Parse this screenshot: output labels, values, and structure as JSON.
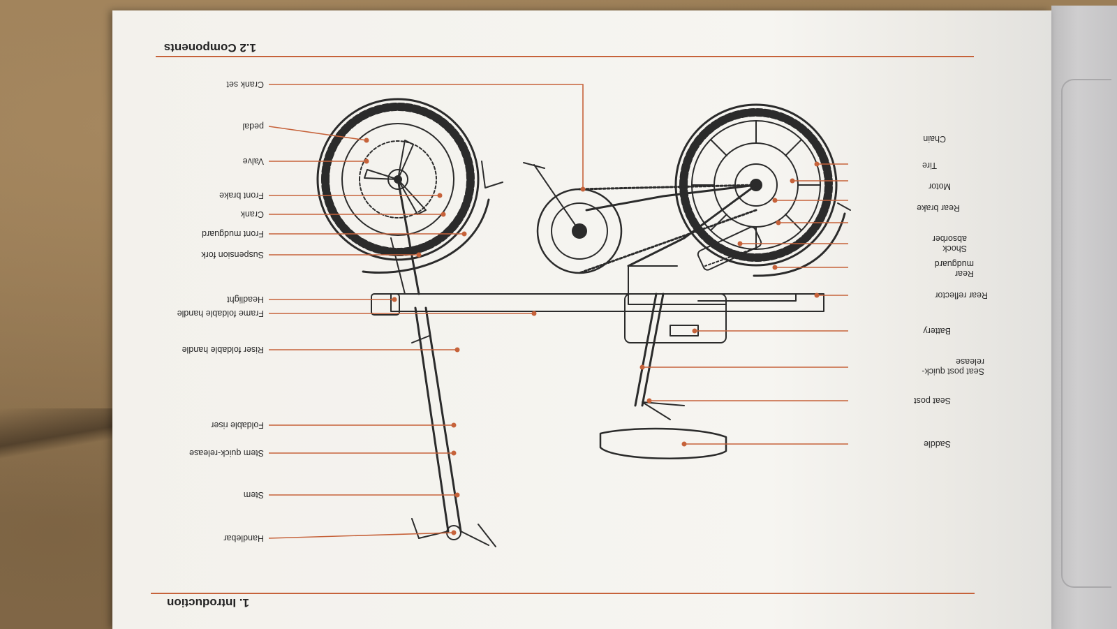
{
  "page": {
    "chapter_header": "1. Introduction",
    "section_title": "1.2 Components"
  },
  "labels_left": [
    {
      "id": "handlebar",
      "text": "Handlebar"
    },
    {
      "id": "stem",
      "text": "Stem"
    },
    {
      "id": "stem-quick-release",
      "text": "Stem quick-release"
    },
    {
      "id": "foldable-riser",
      "text": "Foldable riser"
    },
    {
      "id": "riser-foldable-handle",
      "text": "Riser foldable handle"
    },
    {
      "id": "frame-foldable-handle",
      "text": "Frame foldable handle"
    },
    {
      "id": "headlight",
      "text": "Headlight"
    },
    {
      "id": "suspension-fork",
      "text": "Suspension fork"
    },
    {
      "id": "front-mudguard",
      "text": "Front mudguard"
    },
    {
      "id": "crank",
      "text": "Crank"
    },
    {
      "id": "front-brake",
      "text": "Front brake"
    },
    {
      "id": "valve",
      "text": "Valve"
    },
    {
      "id": "pedal",
      "text": "pedal"
    },
    {
      "id": "crank-set",
      "text": "Crank set"
    }
  ],
  "labels_right": [
    {
      "id": "saddle",
      "text": "Saddle"
    },
    {
      "id": "seat-post",
      "text": "Seat post"
    },
    {
      "id": "seat-post-quick-release",
      "text": "Seat post quick-release"
    },
    {
      "id": "battery",
      "text": "Battery"
    },
    {
      "id": "rear-reflector",
      "text": "Rear reflector"
    },
    {
      "id": "rear-mudguard",
      "text": "Rear mudguard"
    },
    {
      "id": "shock-absorber",
      "text": "Shock absorber"
    },
    {
      "id": "rear-brake",
      "text": "Rear brake"
    },
    {
      "id": "motor",
      "text": "Motor"
    },
    {
      "id": "tire",
      "text": "Tire"
    },
    {
      "id": "chain",
      "text": "Chain"
    }
  ],
  "colors": {
    "accent": "#c6623a",
    "line_art": "#2b2b2b",
    "paper": "#f5f4f0"
  }
}
